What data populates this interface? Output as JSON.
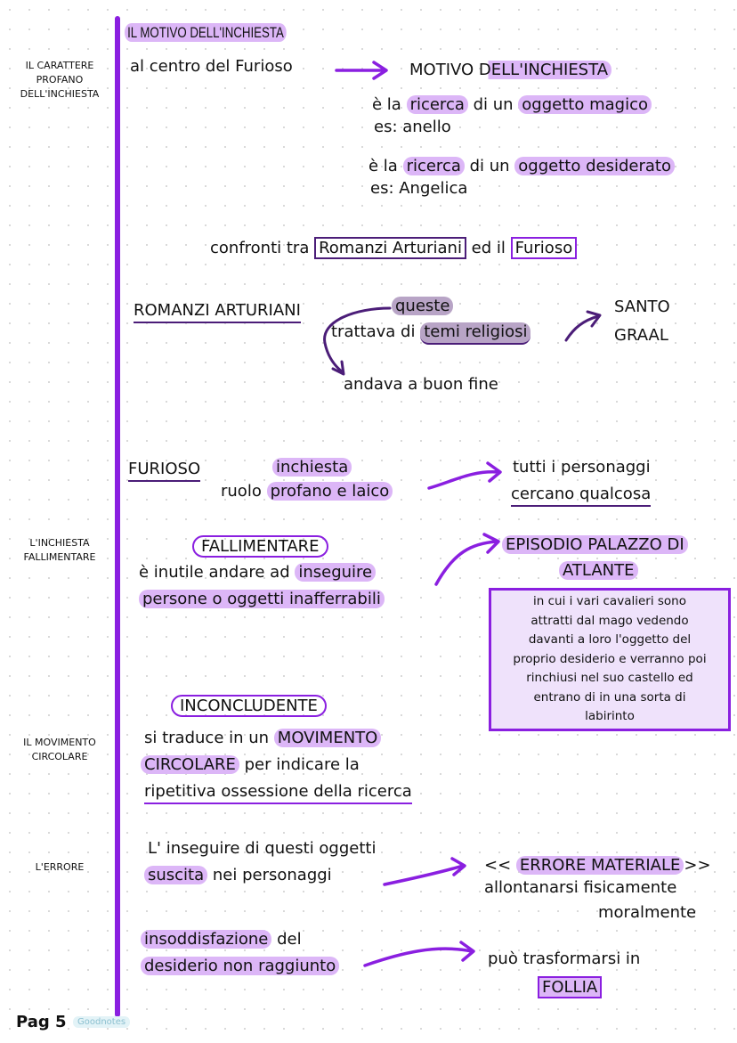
{
  "title": "IL MOTIVO DELL'INCHIESTA",
  "side_labels": [
    "IL CARATTERE PROFANO DELL'INCHIESTA",
    "L'INCHIESTA FALLIMENTARE",
    "IL MOVIMENTO CIRCOLARE",
    "L'ERRORE"
  ],
  "s1": {
    "a": "al centro del Furioso",
    "b": "MOTIVO DELL'INCHIESTA",
    "c1": "è la ",
    "c2": "ricerca",
    "c3": " di un ",
    "c4": "oggetto magico",
    "c5": "es: anello",
    "d1": "è la ",
    "d2": "ricerca",
    "d3": " di un ",
    "d4": "oggetto desiderato",
    "d5": "es: Angelica"
  },
  "s2": {
    "a": "confronti tra ",
    "b": "Romanzi Arturiani",
    "c": " ed il ",
    "d": "Furioso"
  },
  "s3": {
    "a": "ROMANZI ARTURIANI",
    "b": "queste",
    "c1": "trattava di ",
    "c2": "temi religiosi",
    "d": "SANTO",
    "e": "GRAAL",
    "f": "andava a buon fine"
  },
  "s4": {
    "a": "FURIOSO",
    "b": "inchiesta",
    "c1": "ruolo ",
    "c2": "profano e laico",
    "d": "tutti i personaggi",
    "e": "cercano qualcosa"
  },
  "s5": {
    "a": "FALLIMENTARE",
    "b1": "è inutile andare ad ",
    "b2": "inseguire",
    "c": "persone o oggetti inafferrabili",
    "d": "EPISODIO PALAZZO DI",
    "e": "ATLANTE",
    "box": [
      "in cui i vari cavalieri  sono",
      "attratti dal mago vedendo",
      "davanti a loro l'oggetto del",
      "proprio desiderio e verranno poi",
      "rinchiusi nel suo castello ed",
      "entrano di in una sorta di",
      "labirinto"
    ]
  },
  "s6": {
    "a": "INCONCLUDENTE",
    "b1": "si traduce in un ",
    "b2": "MOVIMENTO",
    "c1": "CIRCOLARE",
    "c2": " per indicare la",
    "d": "ripetitiva ossessione della ricerca"
  },
  "s7": {
    "a": "L' inseguire di questi oggetti",
    "b1": "suscita",
    "b2": " nei personaggi",
    "c1": "<< ",
    "c2": "ERRORE MATERIALE",
    "c3": ">>",
    "d": "allontanarsi fisicamente",
    "e": "moralmente"
  },
  "s8": {
    "a1": "insoddisfazione",
    "a2": " del",
    "b": "desiderio non raggiunto",
    "c": "può trasformarsi in",
    "d": "FOLLIA"
  },
  "footer": {
    "page": "Pag 5",
    "watermark": "Goodnotes"
  }
}
